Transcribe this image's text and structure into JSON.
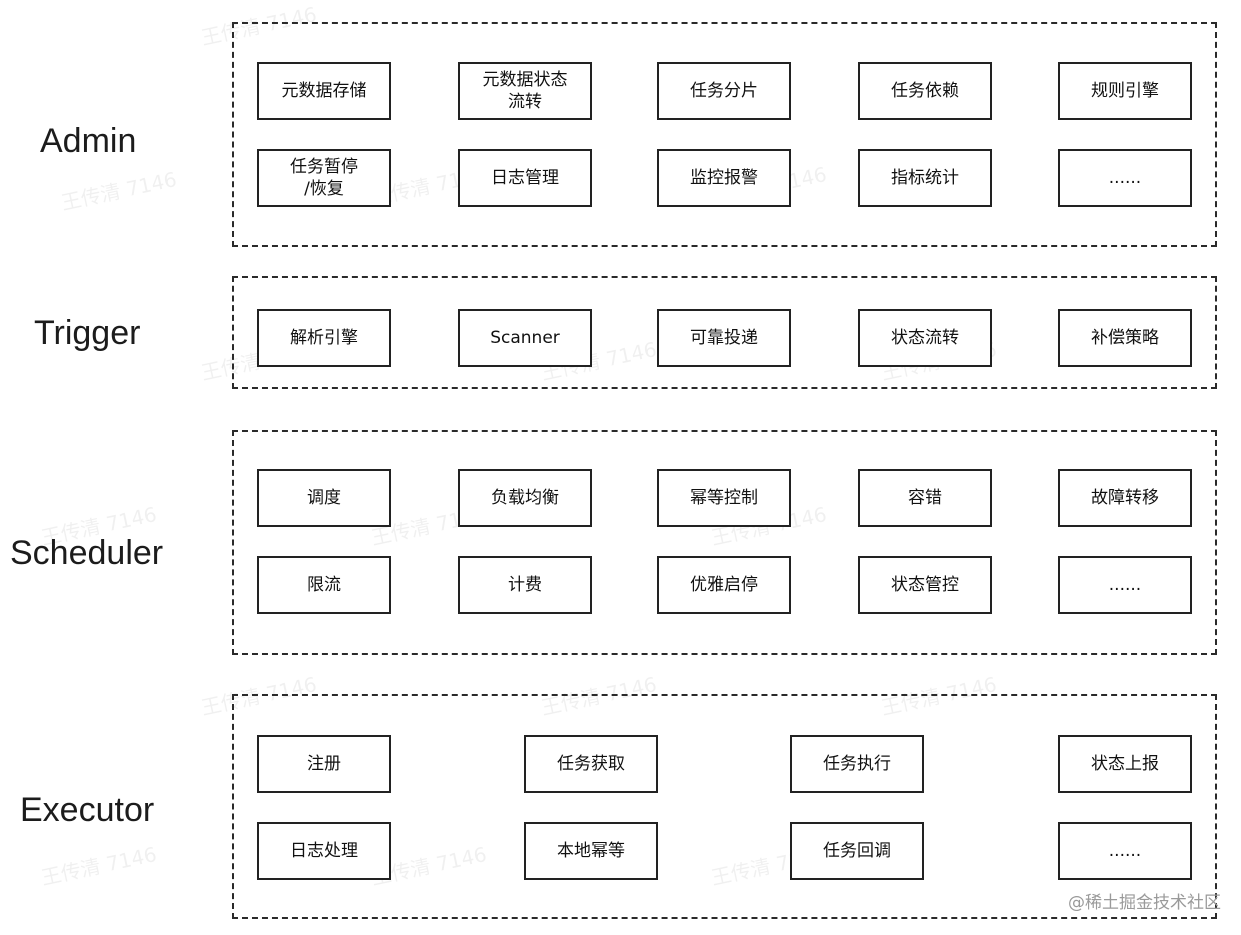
{
  "layers": [
    {
      "label": "Admin",
      "items": [
        "元数据存储",
        "元数据状态\n流转",
        "任务分片",
        "任务依赖",
        "规则引擎",
        "任务暂停\n/恢复",
        "日志管理",
        "监控报警",
        "指标统计",
        "......"
      ]
    },
    {
      "label": "Trigger",
      "items": [
        "解析引擎",
        "Scanner",
        "可靠投递",
        "状态流转",
        "补偿策略"
      ]
    },
    {
      "label": "Scheduler",
      "items": [
        "调度",
        "负载均衡",
        "幂等控制",
        "容错",
        "故障转移",
        "限流",
        "计费",
        "优雅启停",
        "状态管控",
        "......"
      ]
    },
    {
      "label": "Executor",
      "items": [
        "注册",
        "任务获取",
        "任务执行",
        "状态上报",
        "日志处理",
        "本地幂等",
        "任务回调",
        "......"
      ]
    }
  ],
  "watermark_text": "王传清 7146",
  "credit": "@稀土掘金技术社区"
}
